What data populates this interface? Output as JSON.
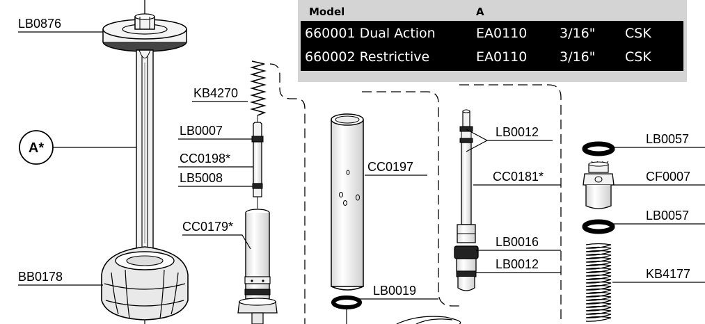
{
  "table": {
    "headers": {
      "model": "Model",
      "a": "A"
    },
    "rows": [
      {
        "model": "660001 Dual Action",
        "a": "EA0110",
        "size": "3/16\"",
        "type": "CSK"
      },
      {
        "model": "660002 Restrictive",
        "a": "EA0110",
        "size": "3/16\"",
        "type": "CSK"
      }
    ]
  },
  "callout": {
    "badge": "A*"
  },
  "labels": {
    "lb0876": "LB0876",
    "kb4270": "KB4270",
    "lb0007": "LB0007",
    "cc0198": "CC0198*",
    "lb5008": "LB5008",
    "cc0179": "CC0179*",
    "bb0178": "BB0178",
    "cc0197": "CC0197",
    "lb0019": "LB0019",
    "lb0012_top": "LB0012",
    "cc0181": "CC0181*",
    "lb0016": "LB0016",
    "lb0012_bottom": "LB0012",
    "lb0057_top": "LB0057",
    "cf0007": "CF0007",
    "lb0057_bottom": "LB0057",
    "kb4177": "KB4177"
  },
  "colors": {
    "ink": "#000000",
    "table_bg": "#d4d4d4",
    "table_body": "#000000",
    "part_fill": "#f2f2f2"
  }
}
